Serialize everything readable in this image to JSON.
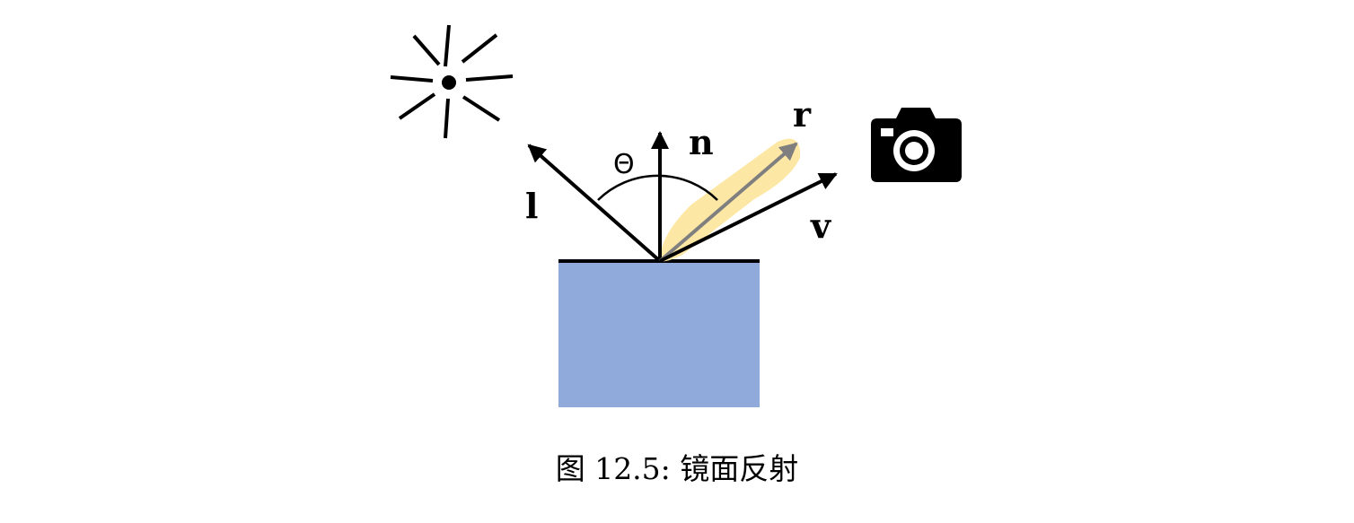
{
  "diagram": {
    "labels": {
      "light": "l",
      "normal": "n",
      "reflect": "r",
      "view": "v",
      "angle": "Θ"
    },
    "icons": {
      "light_source": "sun-icon",
      "viewer": "camera-icon"
    },
    "colors": {
      "surface_fill": "#90abdb",
      "surface_edge": "#000000",
      "lobe_fill": "#fde7a5",
      "reflect_vector": "#7f7f7f",
      "vectors": "#000000"
    }
  },
  "caption": {
    "text": "图 12.5: 镜面反射"
  }
}
